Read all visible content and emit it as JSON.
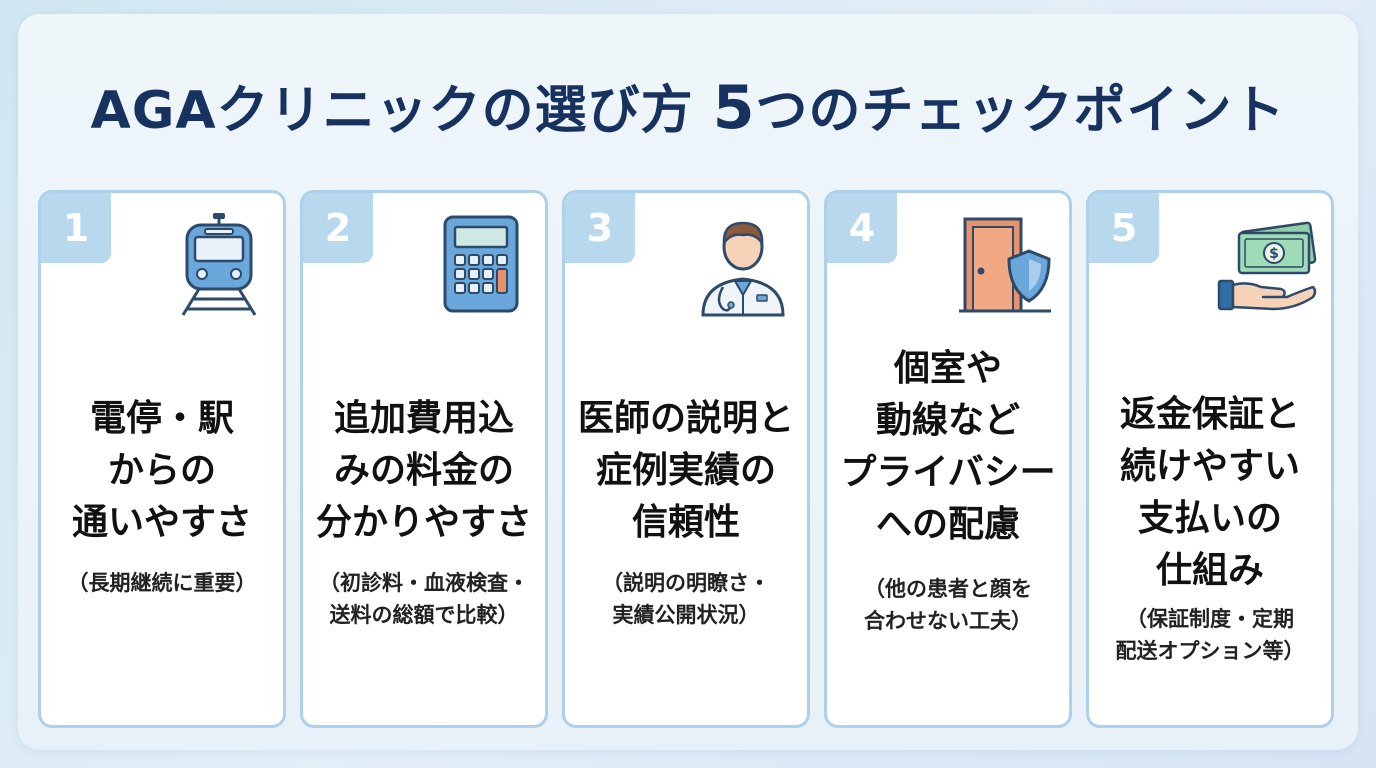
{
  "title": {
    "main": "AGAクリニックの選び方",
    "number": "5",
    "rest": "つのチェックポイント"
  },
  "cards": [
    {
      "number": "1",
      "icon": "train-icon",
      "heading": [
        "電停・駅",
        "からの",
        "通いやすさ"
      ],
      "note": [
        "（長期継続に重要）"
      ]
    },
    {
      "number": "2",
      "icon": "calculator-icon",
      "heading": [
        "追加費用込",
        "みの料金の",
        "分かりやすさ"
      ],
      "note": [
        "（初診料・血液検査・",
        "送料の総額で比較）"
      ]
    },
    {
      "number": "3",
      "icon": "doctor-icon",
      "heading": [
        "医師の説明と",
        "症例実績の",
        "信頼性"
      ],
      "note": [
        "（説明の明瞭さ・",
        "実績公開状況）"
      ]
    },
    {
      "number": "4",
      "icon": "door-shield-icon",
      "heading": [
        "個室や",
        "動線など",
        "プライバシー",
        "への配慮"
      ],
      "note": [
        "（他の患者と顔を",
        "合わせない工夫）"
      ]
    },
    {
      "number": "5",
      "icon": "money-hand-icon",
      "heading": [
        "返金保証と",
        "続けやすい",
        "支払いの",
        "仕組み"
      ],
      "note": [
        "（保証制度・定期",
        "配送オプション等）"
      ]
    }
  ],
  "colors": {
    "title": "#17325f",
    "badge": "#b8d8ee",
    "card_border": "#aed0ea",
    "accent_blue": "#6aa8db",
    "accent_orange": "#e9916a"
  }
}
